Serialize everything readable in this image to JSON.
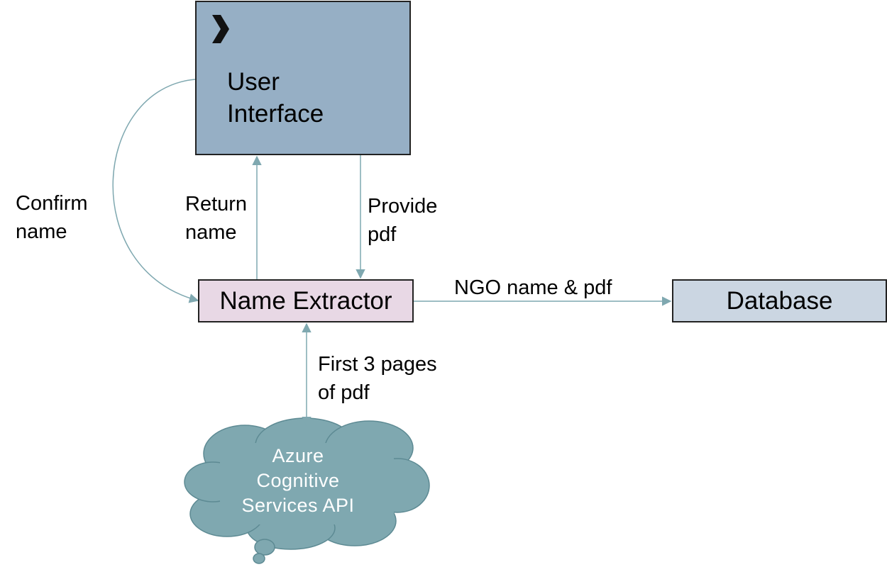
{
  "colors": {
    "user_interface_fill": "#96afc5",
    "name_extractor_fill": "#e8d8e5",
    "database_fill": "#cbd6e2",
    "cloud_fill": "#7fa8b0",
    "connector": "#7fa8b0"
  },
  "nodes": {
    "user_interface": {
      "label": "User\nInterface",
      "icon": "chevron-right-icon"
    },
    "name_extractor": {
      "label": "Name Extractor"
    },
    "database": {
      "label": "Database"
    },
    "azure": {
      "label": "Azure\nCognitive\nServices API",
      "shape": "cloud"
    }
  },
  "edges": {
    "confirm_name": "Confirm\nname",
    "return_name": "Return\nname",
    "provide_pdf": "Provide\npdf",
    "ngo_name_pdf": "NGO name & pdf",
    "first_pages": "First 3 pages\nof pdf"
  }
}
